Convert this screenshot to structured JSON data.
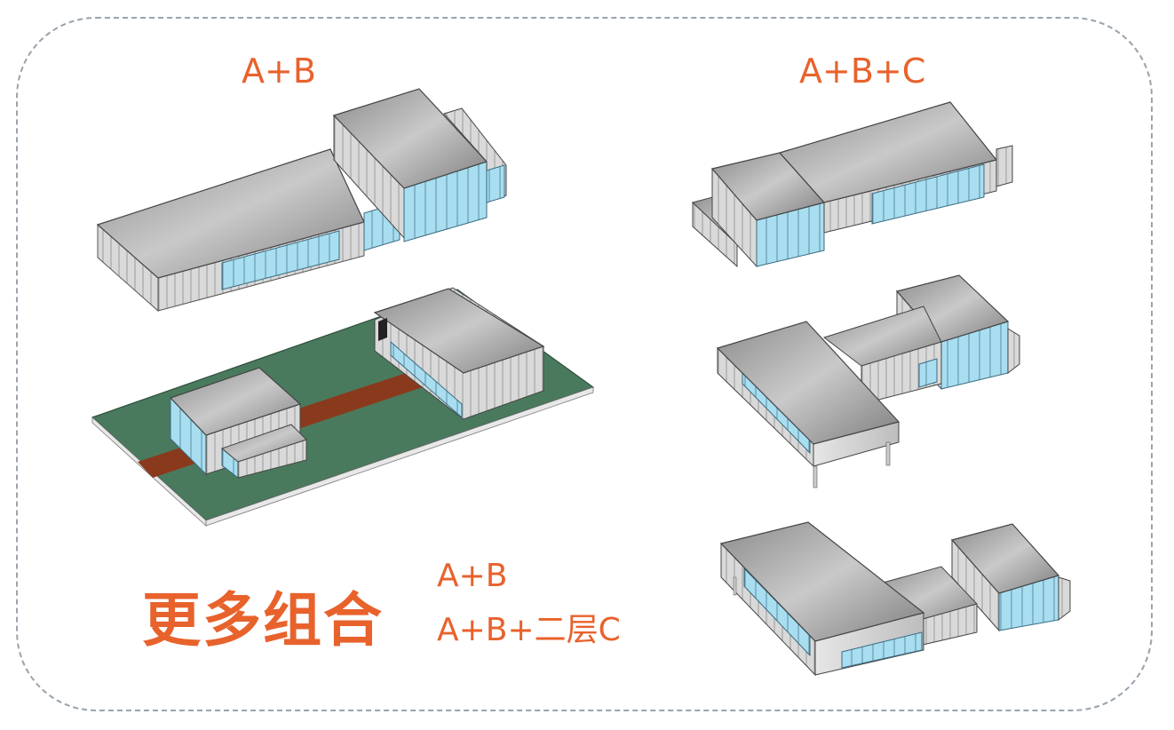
{
  "labels": {
    "top_left": "A+B",
    "top_right": "A+B+C",
    "bottom_title": "更多组合",
    "combo_1": "A+B",
    "combo_2": "A+B+二层C"
  },
  "colors": {
    "accent": "#e8622c",
    "lawn": "#4a7a5e",
    "path": "#8a3a1c",
    "glass": "#9fd8ec",
    "roof": "#a9a9a9",
    "wall": "#d8d8d8",
    "frame": "#9aa3ad"
  }
}
